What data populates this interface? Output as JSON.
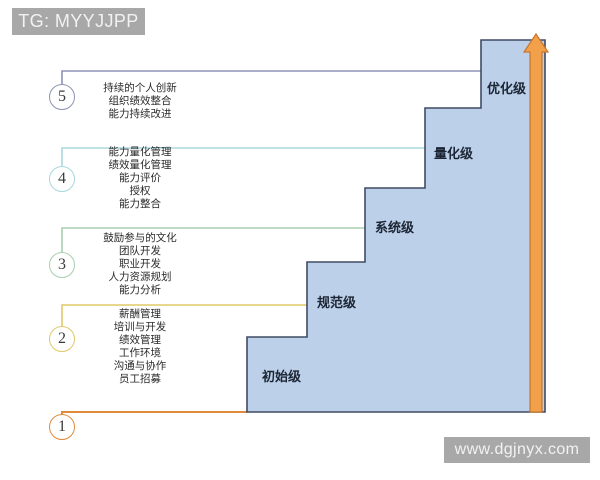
{
  "watermarks": {
    "top_left": "TG: MYYJJPP",
    "bottom_right": "www.dgjnyx.com"
  },
  "colors": {
    "stair_fill": "#bcd0ea",
    "stair_stroke": "#3f4b63",
    "arrow_fill": "#f5a council",
    "level5_line": "#8d93b5",
    "level4_line": "#a8d8dd",
    "level3_line": "#a9cfb0",
    "level2_line": "#e0c96a",
    "level1_line": "#e08a3c",
    "label_text": "#1c2533"
  },
  "diagram": {
    "title_hidden": "",
    "levels": [
      {
        "number": "5",
        "stair_label": "优化级",
        "line_color": "#8d93b5",
        "items": [
          "持续的个人创新",
          "组织绩效整合",
          "能力持续改进"
        ]
      },
      {
        "number": "4",
        "stair_label": "量化级",
        "line_color": "#a8d8dd",
        "items": [
          "能力量化管理",
          "绩效量化管理",
          "能力评价",
          "授权",
          "能力整合"
        ]
      },
      {
        "number": "3",
        "stair_label": "系统级",
        "line_color": "#a9cfb0",
        "items": [
          "鼓励参与的文化",
          "团队开发",
          "职业开发",
          "人力资源规划",
          "能力分析"
        ]
      },
      {
        "number": "2",
        "stair_label": "规范级",
        "line_color": "#e0c96a",
        "items": [
          "薪酬管理",
          "培训与开发",
          "绩效管理",
          "工作环境",
          "沟通与协作",
          "员工招募"
        ]
      },
      {
        "number": "1",
        "stair_label": "初始级",
        "line_color": "#e08a3c",
        "items": []
      }
    ],
    "arrow": {
      "name": "upward-growth-arrow",
      "direction": "up",
      "color": "#f2a04a"
    }
  }
}
